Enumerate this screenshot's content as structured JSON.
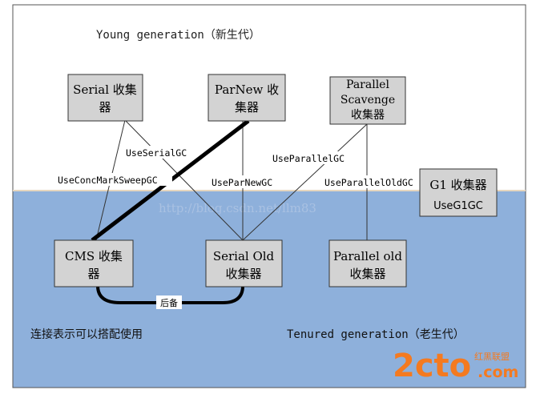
{
  "regions": {
    "young": "Young generation（新生代）",
    "tenured": "Tenured generation（老生代）",
    "combine_note": "连接表示可以搭配使用"
  },
  "collectors": {
    "serial": {
      "line1": "Serial 收集",
      "line2": "器"
    },
    "parnew": {
      "line1": "ParNew 收",
      "line2": "集器"
    },
    "parallel_scavenge": {
      "line1": "Parallel",
      "line2": "Scavenge",
      "line3": "收集器"
    },
    "cms": {
      "line1": "CMS 收集",
      "line2": "器"
    },
    "serial_old": {
      "line1": "Serial Old",
      "line2": "收集器"
    },
    "parallel_old": {
      "line1": "Parallel old",
      "line2": "收集器"
    },
    "g1": {
      "line1": "G1 收集器",
      "line2": "UseG1GC"
    }
  },
  "edges": {
    "use_serial_gc": "UseSerialGC",
    "use_parallel_gc": "UseParallelGC",
    "use_conc_mark_sweep_gc": "UseConcMarkSweepGC",
    "use_par_new_gc": "UseParNewGC",
    "use_parallel_old_gc": "UseParallelOldGC",
    "backup": "后备"
  },
  "watermark": {
    "url": "http://blog.csdn.net/llm83",
    "logo_text": "2cto",
    "logo_domain": ".com",
    "logo_cn": "红黑联盟"
  },
  "colors": {
    "young_bg": "#ffffff",
    "tenured_bg": "#8eb0db",
    "box_fill": "#d3d3d3",
    "logo_orange": "#f47a20"
  }
}
